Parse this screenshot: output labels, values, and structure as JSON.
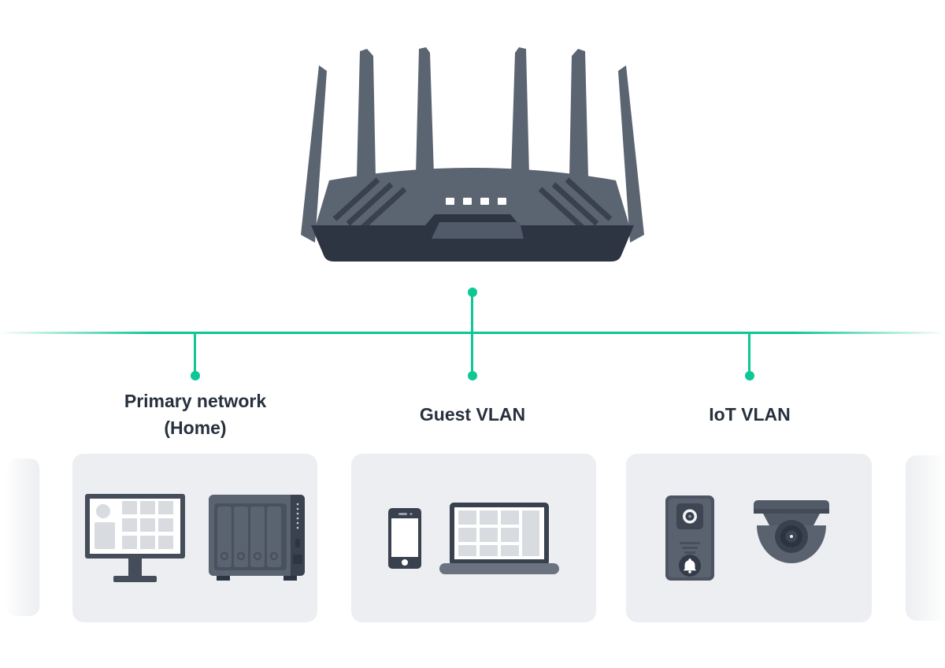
{
  "diagram": {
    "type": "network-topology-illustration",
    "accent_color": "#0DC795",
    "text_color": "#27303E",
    "card_background": "#ECEEF1",
    "router": {
      "icon": "wifi-router",
      "body_color": "#5B6471",
      "base_color": "#2E3542",
      "led_count": 4,
      "antenna_count": 6
    },
    "groups": [
      {
        "id": "primary",
        "label": [
          "Primary network",
          "(Home)"
        ],
        "devices": [
          "desktop-monitor",
          "nas-storage"
        ]
      },
      {
        "id": "guest",
        "label": [
          "Guest VLAN"
        ],
        "devices": [
          "smartphone",
          "laptop"
        ]
      },
      {
        "id": "iot",
        "label": [
          "IoT VLAN"
        ],
        "devices": [
          "video-doorbell",
          "dome-camera"
        ]
      }
    ]
  }
}
